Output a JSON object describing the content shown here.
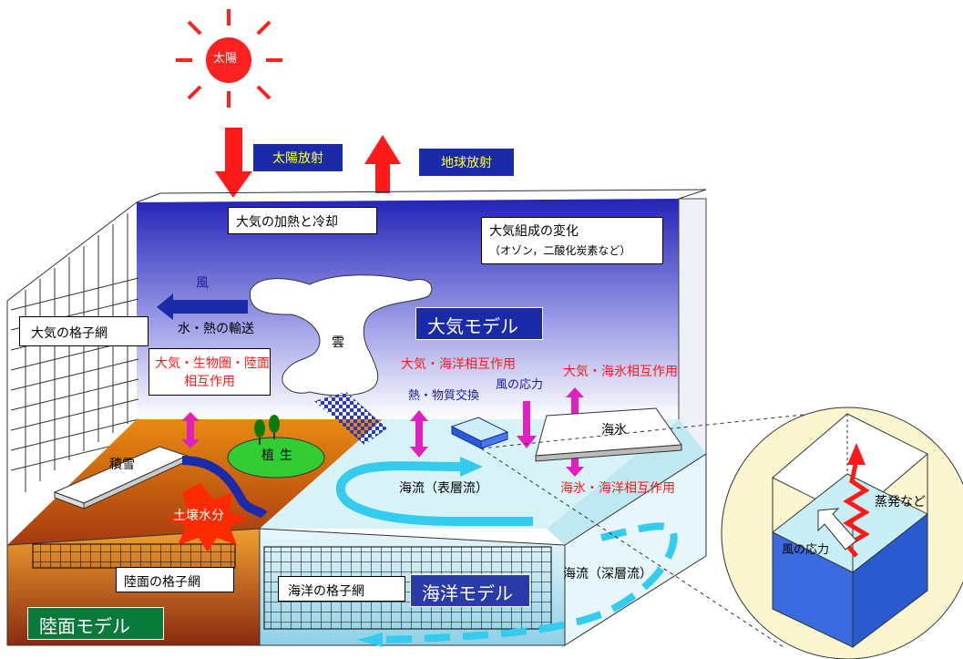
{
  "sun_label": "太陽",
  "solar_radiation": "太陽放射",
  "earth_radiation": "地球放射",
  "atm_heating": "大気の加熱と冷却",
  "atm_composition": "大気組成の変化",
  "atm_composition_sub": "（オゾン，二酸化炭素など）",
  "wind": "風",
  "water_heat_transport": "水・熱の輸送",
  "atm_grid": "大気の格子網",
  "cloud": "雲",
  "atm_model": "大気モデル",
  "atm_bio_land_line1": "大気・生物圏・陸面",
  "atm_bio_land_line2": "相互作用",
  "atm_ocean": "大気・海洋相互作用",
  "atm_seaice": "大気・海氷相互作用",
  "heat_matter_exchange": "熱・物質交換",
  "wind_stress": "風の応力",
  "sea_ice": "海氷",
  "vegetation_1": "植",
  "vegetation_2": "生",
  "snow": "積雪",
  "soil_moisture": "土壌水分",
  "surface_current": "海流（表層流）",
  "seaice_ocean": "海氷・海洋相互作用",
  "deep_current": "海流（深層流）",
  "land_grid": "陸面の格子網",
  "ocean_grid": "海洋の格子網",
  "ocean_model": "海洋モデル",
  "land_model": "陸面モデル",
  "evaporation": "蒸発など",
  "inset_wind_stress": "風の応力",
  "colors": {
    "sky_top": "#2222bb",
    "ocean": "#cfeff5",
    "land": "#e88a10",
    "red_text": "#ff1a1a",
    "model_box": "#1a2aa8",
    "land_model_box": "#0a7a3a"
  }
}
